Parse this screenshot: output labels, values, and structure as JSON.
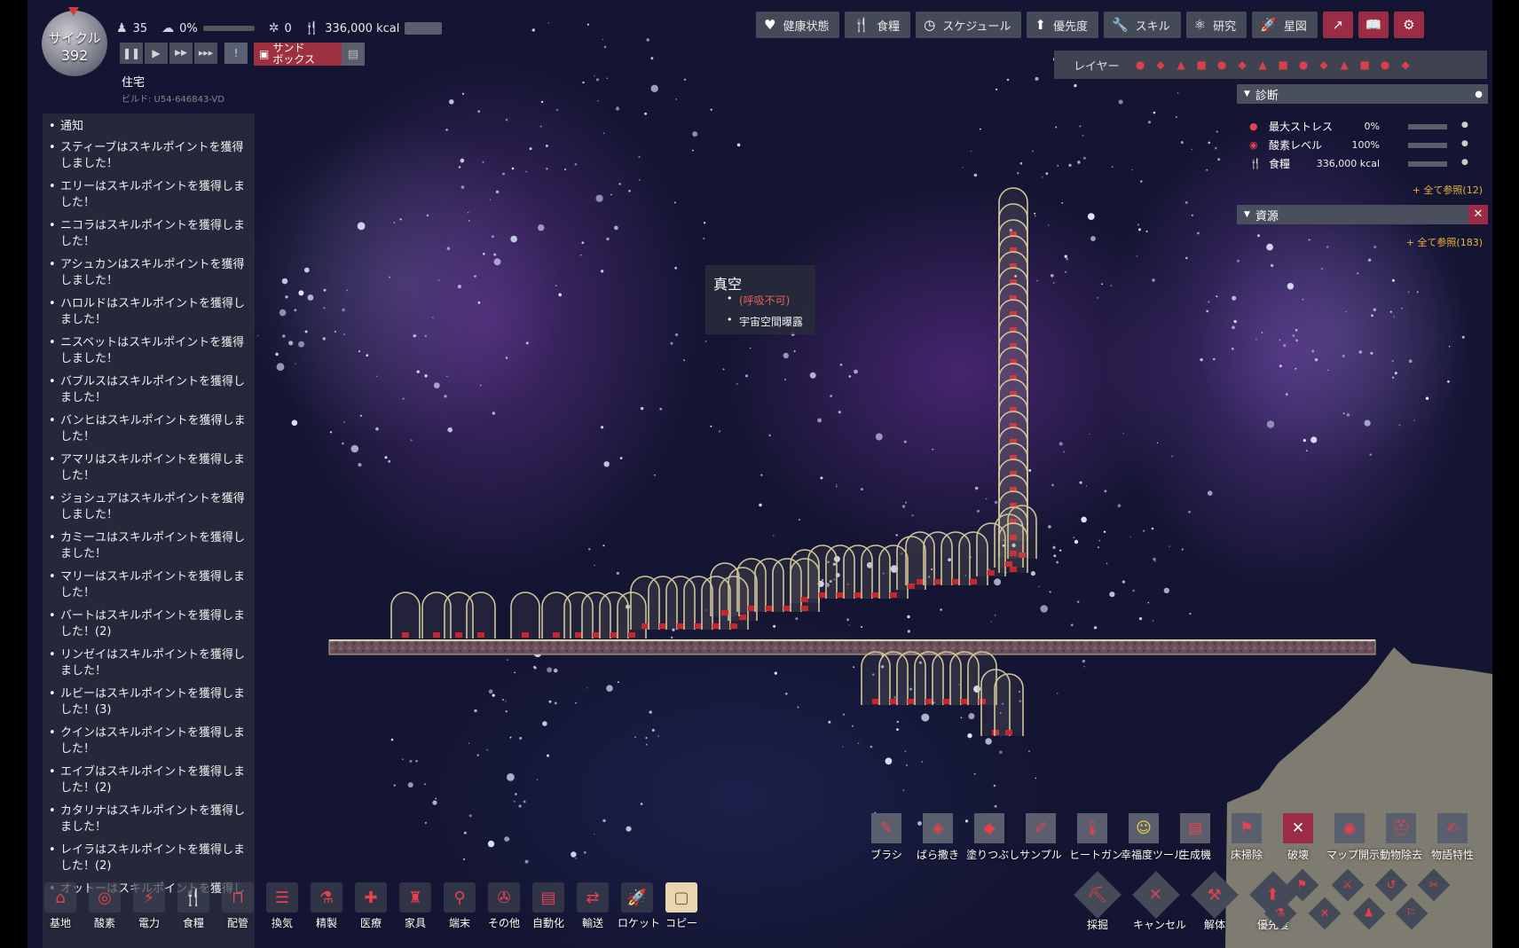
{
  "cycle": {
    "label": "サイクル",
    "number": "392"
  },
  "stats": {
    "duplicants": "35",
    "stress": "0%",
    "critters": "0",
    "food": "336,000 kcal"
  },
  "speed": {
    "pause": "❚❚",
    "play": "▶",
    "fast": "▶▶",
    "fastest": "▶▶▶",
    "red_alert": "!"
  },
  "sandbox": {
    "label_line1": "サンド",
    "label_line2": "ボックス"
  },
  "colony_name": "住宅",
  "build_id": "ビルド: U54-646843-VD",
  "notifications": {
    "title": "通知",
    "items": [
      "スティーブはスキルポイントを獲得しました！",
      "エリーはスキルポイントを獲得しました！",
      "ニコラはスキルポイントを獲得しました！",
      "アシュカンはスキルポイントを獲得しました！",
      "ハロルドはスキルポイントを獲得しました！",
      "ニスベットはスキルポイントを獲得しました！",
      "バブルスはスキルポイントを獲得しました！",
      "バンヒはスキルポイントを獲得しました！",
      "アマリはスキルポイントを獲得しました！",
      "ジョシュアはスキルポイントを獲得しました！",
      "カミーユはスキルポイントを獲得しました！",
      "マリーはスキルポイントを獲得しました！",
      "バートはスキルポイントを獲得しました！(2)",
      "リンゼイはスキルポイントを獲得しました！",
      "ルビーはスキルポイントを獲得しました！(3)",
      "クインはスキルポイントを獲得しました！",
      "エイブはスキルポイントを獲得しました！(2)",
      "カタリナはスキルポイントを獲得しました！",
      "レイラはスキルポイントを獲得しました！(2)",
      "オットーはスキルポイントを獲得し"
    ]
  },
  "topbar": [
    {
      "label": "健康状態",
      "icon": "heart-icon"
    },
    {
      "label": "食糧",
      "icon": "food-icon"
    },
    {
      "label": "スケジュール",
      "icon": "clock-icon"
    },
    {
      "label": "優先度",
      "icon": "priority-icon"
    },
    {
      "label": "スキル",
      "icon": "wrench-icon"
    },
    {
      "label": "研究",
      "icon": "atom-icon"
    },
    {
      "label": "星図",
      "icon": "rocket-icon"
    }
  ],
  "layer_label": "レイヤー",
  "diagnostics": {
    "title": "診断",
    "rows": [
      {
        "label": "最大ストレス",
        "value": "0%"
      },
      {
        "label": "酸素レベル",
        "value": "100%"
      },
      {
        "label": "食糧",
        "value": "336,000 kcal"
      }
    ],
    "see_all": "+ 全て参照(12)"
  },
  "resources": {
    "title": "資源",
    "see_all": "+ 全て参照(183)"
  },
  "tooltip": {
    "title": "真空",
    "line1": "(呼吸不可)",
    "line2": "宇宙空間曝露"
  },
  "build_menu": [
    "基地",
    "酸素",
    "電力",
    "食糧",
    "配管",
    "換気",
    "精製",
    "医療",
    "家具",
    "端末",
    "その他",
    "自動化",
    "輸送",
    "ロケット",
    "コピー"
  ],
  "tools": [
    "ブラシ",
    "ばら撒き",
    "塗りつぶし",
    "サンプル",
    "ヒートガン",
    "幸福度ツール",
    "生成機",
    "床掃除",
    "破壊",
    "マップ開示",
    "動物除去",
    "物語特性"
  ],
  "tools2": [
    "採掘",
    "キャンセル",
    "解体",
    "優先度"
  ],
  "colors": {
    "accent": "#9c2b45",
    "panel": "#454a58",
    "red_icon": "#e8414d",
    "link": "#e8b43e"
  }
}
